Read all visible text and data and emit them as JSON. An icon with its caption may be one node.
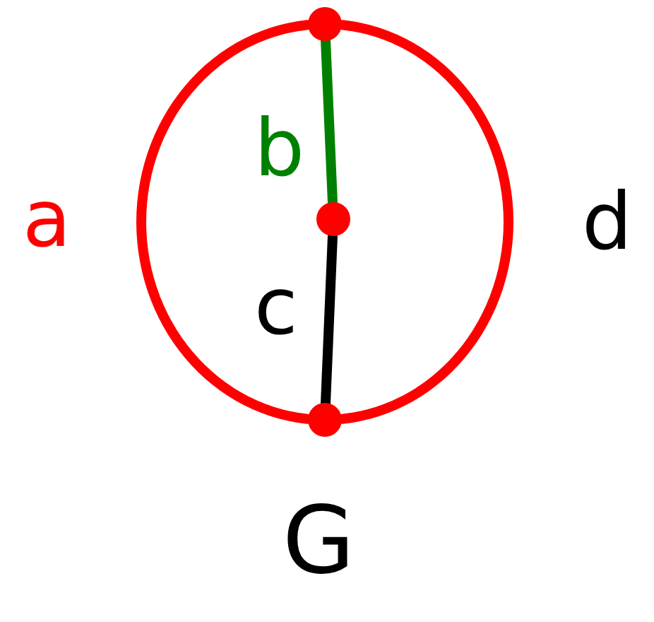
{
  "diagram": {
    "nodes": [
      {
        "text": [],
        "shape": "circle"
      },
      {
        "text": [],
        "shape": "circle"
      },
      {
        "text": [],
        "shape": "circle"
      }
    ],
    "edges": [
      {
        "from": 0,
        "to": 2,
        "arrow": "none",
        "label": "a",
        "color": "#ff0000"
      },
      {
        "from": 0,
        "to": 2,
        "arrow": "none",
        "label": "d",
        "color": "#ff0000"
      },
      {
        "from": 0,
        "to": 1,
        "arrow": "none",
        "label": "b",
        "color": "#008000"
      },
      {
        "from": 1,
        "to": 2,
        "arrow": "none",
        "label": "c",
        "color": "#000000"
      }
    ],
    "labels": [
      "G"
    ]
  }
}
